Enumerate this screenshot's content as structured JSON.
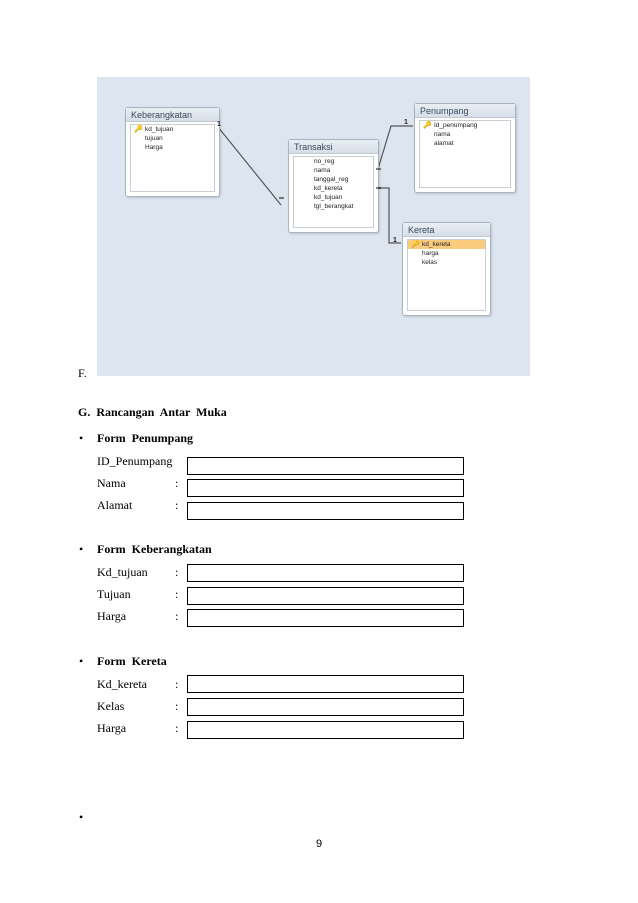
{
  "diagram": {
    "tables": [
      {
        "name": "Keberangkatan",
        "fields": [
          {
            "label": "kd_tujuan",
            "key": true
          },
          {
            "label": "tujuan"
          },
          {
            "label": "Harga"
          }
        ]
      },
      {
        "name": "Transaksi",
        "fields": [
          {
            "label": "no_reg"
          },
          {
            "label": "nama"
          },
          {
            "label": "tanggal_reg"
          },
          {
            "label": "kd_kereta"
          },
          {
            "label": "kd_tujuan"
          },
          {
            "label": "tgl_berangkat"
          }
        ]
      },
      {
        "name": "Penumpang",
        "fields": [
          {
            "label": "Id_penumpang",
            "key": true
          },
          {
            "label": "nama"
          },
          {
            "label": "alamat"
          }
        ]
      },
      {
        "name": "Kereta",
        "fields": [
          {
            "label": "kd_kereta",
            "key": true,
            "selected": true
          },
          {
            "label": "harga"
          },
          {
            "label": "kelas"
          }
        ]
      }
    ],
    "cardinality": {
      "one": "1",
      "many": "∞"
    },
    "key_icon": "key-icon",
    "colors": {
      "background": "#dde6f0",
      "selected_field": "#fbcb7d"
    }
  },
  "section_f": {
    "label": "F."
  },
  "section_g": {
    "heading": "G.  Rancangan  Antar  Muka"
  },
  "bullet_symbol": "•",
  "forms": [
    {
      "title": "Form  Penumpang",
      "fields": [
        {
          "label": "ID_Penumpang",
          "colon": ""
        },
        {
          "label": "Nama",
          "colon": ":"
        },
        {
          "label": "Alamat",
          "colon": ":"
        }
      ]
    },
    {
      "title": "Form  Keberangkatan",
      "fields": [
        {
          "label": "Kd_tujuan",
          "colon": ":"
        },
        {
          "label": "Tujuan",
          "colon": ":"
        },
        {
          "label": "Harga",
          "colon": ":"
        }
      ]
    },
    {
      "title": "Form  Kereta",
      "fields": [
        {
          "label": "Kd_kereta",
          "colon": ":"
        },
        {
          "label": "Kelas",
          "colon": ":"
        },
        {
          "label": "Harga",
          "colon": ":"
        }
      ]
    }
  ],
  "page_number": "9"
}
